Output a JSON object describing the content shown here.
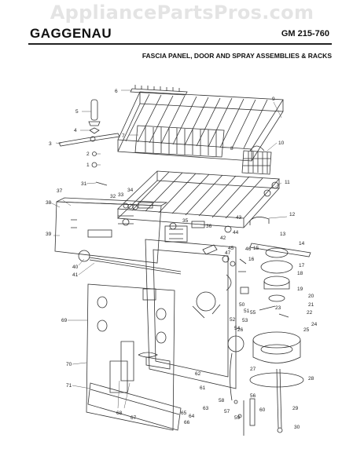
{
  "watermark": "AppliancePartsPros.com",
  "header": {
    "brand": "GAGGENAU",
    "model": "GM 215-760",
    "title": "FASCIA PANEL, DOOR AND SPRAY ASSEMBLIES & RACKS"
  },
  "callouts": [
    "1",
    "2",
    "3",
    "4",
    "5",
    "6",
    "7",
    "8",
    "9",
    "10",
    "11",
    "12",
    "13",
    "14",
    "15",
    "16",
    "17",
    "18",
    "19",
    "20",
    "21",
    "22",
    "23",
    "24",
    "25",
    "26",
    "27",
    "28",
    "29",
    "30",
    "31",
    "32",
    "33",
    "34",
    "35",
    "36",
    "37",
    "38",
    "39",
    "40",
    "41",
    "42",
    "43",
    "44",
    "45",
    "46",
    "47",
    "50",
    "51",
    "52",
    "53",
    "54",
    "55",
    "56",
    "57",
    "58",
    "59",
    "60",
    "61",
    "62",
    "63",
    "64",
    "65",
    "66",
    "67",
    "68",
    "69",
    "70",
    "71"
  ]
}
